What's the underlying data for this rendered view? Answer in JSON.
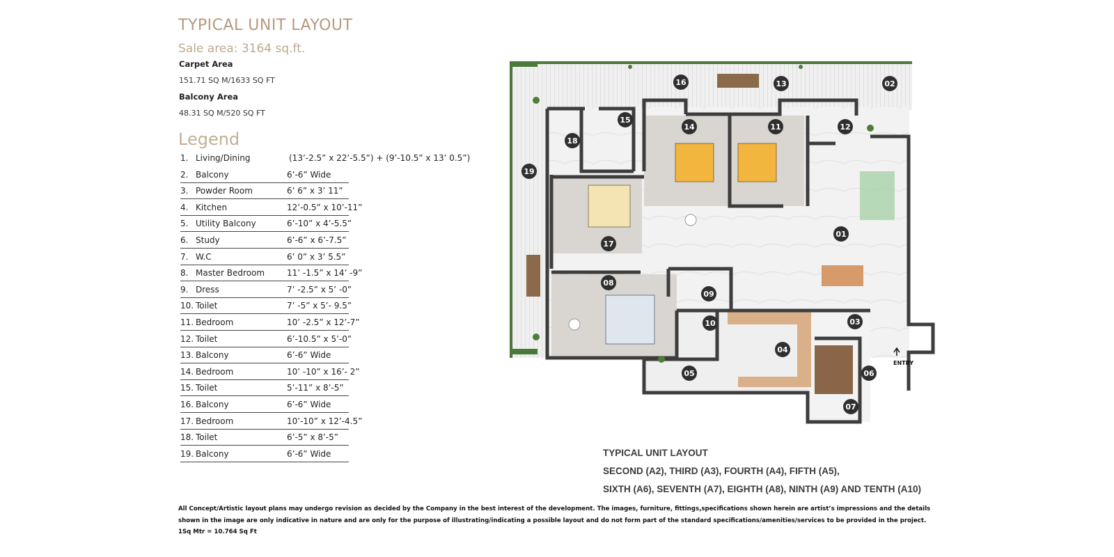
{
  "header": {
    "title": "TYPICAL UNIT LAYOUT",
    "sale_area": "Sale area: 3164 sq.ft.",
    "carpet_label": "Carpet Area",
    "carpet_value": "151.71 SQ M/1633 SQ FT",
    "balcony_label": "Balcony Area",
    "balcony_value": "48.31 SQ M/520 SQ FT"
  },
  "legend": {
    "heading": "Legend",
    "items": [
      {
        "num": "1.",
        "room": "Living/Dining",
        "dim": "(13’-2.5” x 22’-5.5”) + (9’-10.5” x 13’ 0.5”)"
      },
      {
        "num": "2.",
        "room": "Balcony",
        "dim": "6’-6” Wide"
      },
      {
        "num": "3.",
        "room": "Powder Room",
        "dim": "6’ 6” x 3’ 11”"
      },
      {
        "num": "4.",
        "room": "Kitchen",
        "dim": "12’-0.5” x 10’-11”"
      },
      {
        "num": "5.",
        "room": "Utility Balcony",
        "dim": "6’-10” x 4’-5.5”"
      },
      {
        "num": "6.",
        "room": "Study",
        "dim": "6’-6” x 6’-7.5”"
      },
      {
        "num": "7.",
        "room": " W.C",
        "dim": "6’ 0” x 3’ 5.5”"
      },
      {
        "num": "8.",
        "room": "Master Bedroom",
        "dim": "11’ -1.5” x 14’ -9”"
      },
      {
        "num": "9.",
        "room": "Dress",
        "dim": "7’ -2.5” x 5’ -0”"
      },
      {
        "num": "10.",
        "room": "Toilet",
        "dim": "7’ -5” x 5’- 9.5”"
      },
      {
        "num": "11.",
        "room": "Bedroom",
        "dim": "10’ -2.5” x 12’-7”"
      },
      {
        "num": "12.",
        "room": " Toilet",
        "dim": "6’-10.5” x 5’-0”"
      },
      {
        "num": "13.",
        "room": "Balcony",
        "dim": "6’-6” Wide"
      },
      {
        "num": "14.",
        "room": "Bedroom",
        "dim": "10’ -10” x 16’- 2”"
      },
      {
        "num": "15.",
        "room": "Toilet",
        "dim": "5’-11” x 8’-5”"
      },
      {
        "num": "16.",
        "room": "Balcony",
        "dim": "6’-6” Wide"
      },
      {
        "num": "17.",
        "room": " Bedroom",
        "dim": "10’-10” x 12’-4.5”"
      },
      {
        "num": "18.",
        "room": "Toilet",
        "dim": "6’-5” x 8’-5”"
      },
      {
        "num": "19.",
        "room": "Balcony",
        "dim": "6’-6” Wide"
      }
    ]
  },
  "plan": {
    "entry_label": "ENTRY",
    "markers": [
      "01",
      "02",
      "03",
      "04",
      "05",
      "06",
      "07",
      "08",
      "09",
      "10",
      "11",
      "12",
      "13",
      "14",
      "15",
      "16",
      "17",
      "18",
      "19"
    ]
  },
  "caption": {
    "line1": "TYPICAL UNIT LAYOUT",
    "line2": "SECOND (A2), THIRD (A3), FOURTH (A4), FIFTH (A5),",
    "line3": "SIXTH (A6), SEVENTH (A7), EIGHTH (A8), NINTH (A9) AND TENTH (A10)"
  },
  "disclaimer": {
    "text": "All Concept/Artistic layout plans may undergo revision as decided by the Company in the best interest of the development. The images, furniture, fittings,specifications shown herein are artist’s impressions and the details shown in the image are only indicative in nature and are only for the purpose of illustrating/indicating a possible layout and do not form part of the standard specifications/amenities/services to be provided in the project.",
    "conversion": "1Sq Mtr = 10.764 Sq Ft"
  },
  "colors": {
    "accent": "#b59a80",
    "wall": "#3d3d3d",
    "marker": "#2f2f2f",
    "floor": "#efeeec",
    "deck": "#dcdcdc",
    "wood": "#c9935f"
  }
}
